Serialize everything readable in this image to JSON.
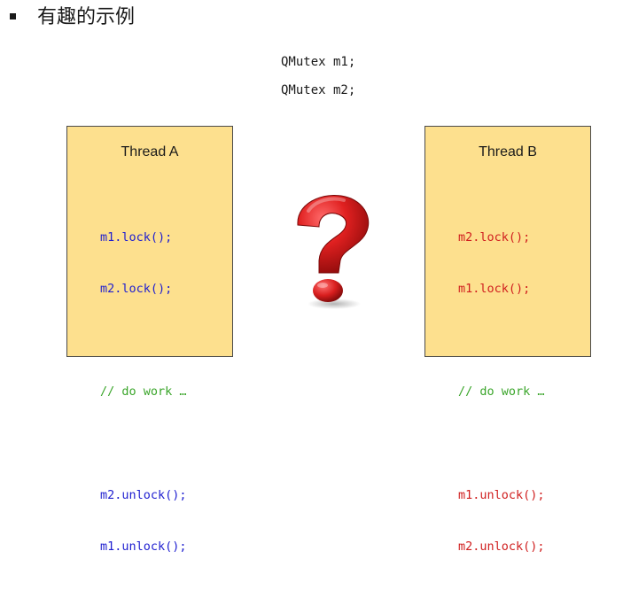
{
  "slide": {
    "title": "有趣的示例",
    "declarations": [
      "QMutex m1;",
      "QMutex m2;"
    ]
  },
  "thread_a": {
    "title": "Thread A",
    "lines": [
      "m1.lock();",
      "m2.lock();",
      "",
      "// do work …",
      "",
      "m2.unlock();",
      "m1.unlock();"
    ]
  },
  "thread_b": {
    "title": "Thread B",
    "lines": [
      "m2.lock();",
      "m1.lock();",
      "",
      "// do work …",
      "",
      "m1.unlock();",
      "m2.unlock();"
    ]
  },
  "icons": {
    "center": "question-mark-icon"
  },
  "colors": {
    "panel_bg": "#fde08e",
    "code_blue": "#1f1fd0",
    "code_red": "#d01f1f",
    "comment_green": "#3aa52a",
    "question_red": "#d81e1e"
  }
}
